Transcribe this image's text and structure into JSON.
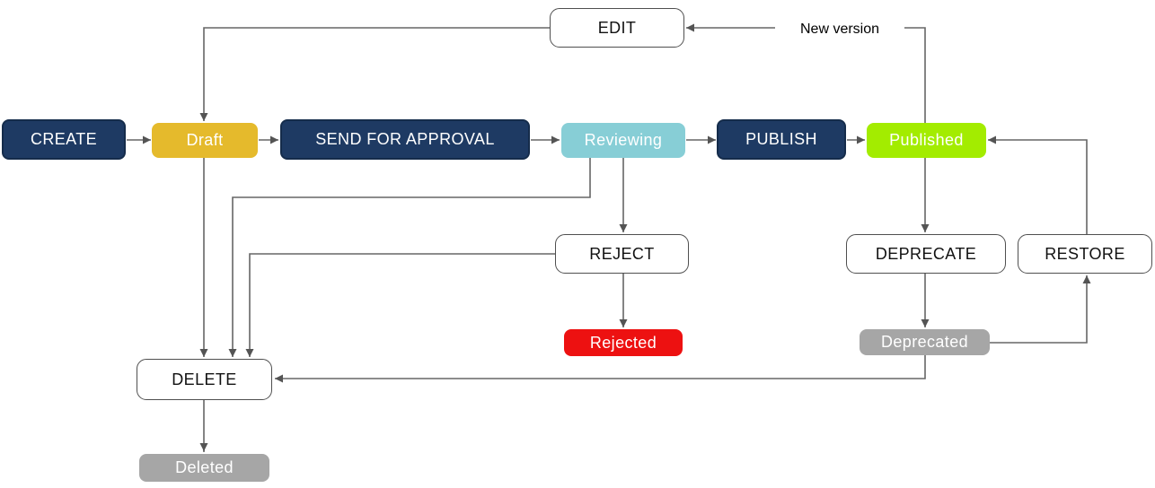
{
  "diagram": {
    "type": "flowchart-state-machine",
    "colors": {
      "navy": "#1e3a63",
      "navy-border": "#152c4b",
      "outline": "#4f4f4f",
      "yellow": "#e5ba2c",
      "teal": "#87ced6",
      "green": "#a3ec00",
      "red": "#ed1111",
      "gray": "#a6a6a6",
      "line": "#666666",
      "arrowhead": "#545454"
    },
    "nodes": {
      "create": {
        "label": "CREATE",
        "kind": "action"
      },
      "draft": {
        "label": "Draft",
        "kind": "state"
      },
      "send_for_approval": {
        "label": "SEND FOR APPROVAL",
        "kind": "action"
      },
      "reviewing": {
        "label": "Reviewing",
        "kind": "state"
      },
      "publish": {
        "label": "PUBLISH",
        "kind": "action"
      },
      "published": {
        "label": "Published",
        "kind": "state"
      },
      "edit": {
        "label": "EDIT",
        "kind": "operation"
      },
      "reject": {
        "label": "REJECT",
        "kind": "operation"
      },
      "rejected": {
        "label": "Rejected",
        "kind": "state"
      },
      "deprecate": {
        "label": "DEPRECATE",
        "kind": "operation"
      },
      "restore": {
        "label": "RESTORE",
        "kind": "operation"
      },
      "deprecated": {
        "label": "Deprecated",
        "kind": "state"
      },
      "delete": {
        "label": "DELETE",
        "kind": "operation"
      },
      "deleted": {
        "label": "Deleted",
        "kind": "state"
      }
    },
    "edges": [
      {
        "from": "create",
        "to": "draft",
        "label": ""
      },
      {
        "from": "draft",
        "to": "send_for_approval",
        "label": ""
      },
      {
        "from": "send_for_approval",
        "to": "reviewing",
        "label": ""
      },
      {
        "from": "reviewing",
        "to": "publish",
        "label": ""
      },
      {
        "from": "publish",
        "to": "published",
        "label": ""
      },
      {
        "from": "published",
        "to": "edit",
        "label": "New version"
      },
      {
        "from": "edit",
        "to": "draft",
        "label": ""
      },
      {
        "from": "draft",
        "to": "delete",
        "label": ""
      },
      {
        "from": "reviewing",
        "to": "delete",
        "label": ""
      },
      {
        "from": "reject",
        "to": "delete",
        "label": ""
      },
      {
        "from": "reviewing",
        "to": "reject",
        "label": ""
      },
      {
        "from": "reject",
        "to": "rejected",
        "label": ""
      },
      {
        "from": "published",
        "to": "deprecate",
        "label": ""
      },
      {
        "from": "deprecate",
        "to": "deprecated",
        "label": ""
      },
      {
        "from": "deprecated",
        "to": "delete",
        "label": ""
      },
      {
        "from": "deprecated",
        "to": "restore",
        "label": ""
      },
      {
        "from": "restore",
        "to": "published",
        "label": ""
      }
    ]
  }
}
